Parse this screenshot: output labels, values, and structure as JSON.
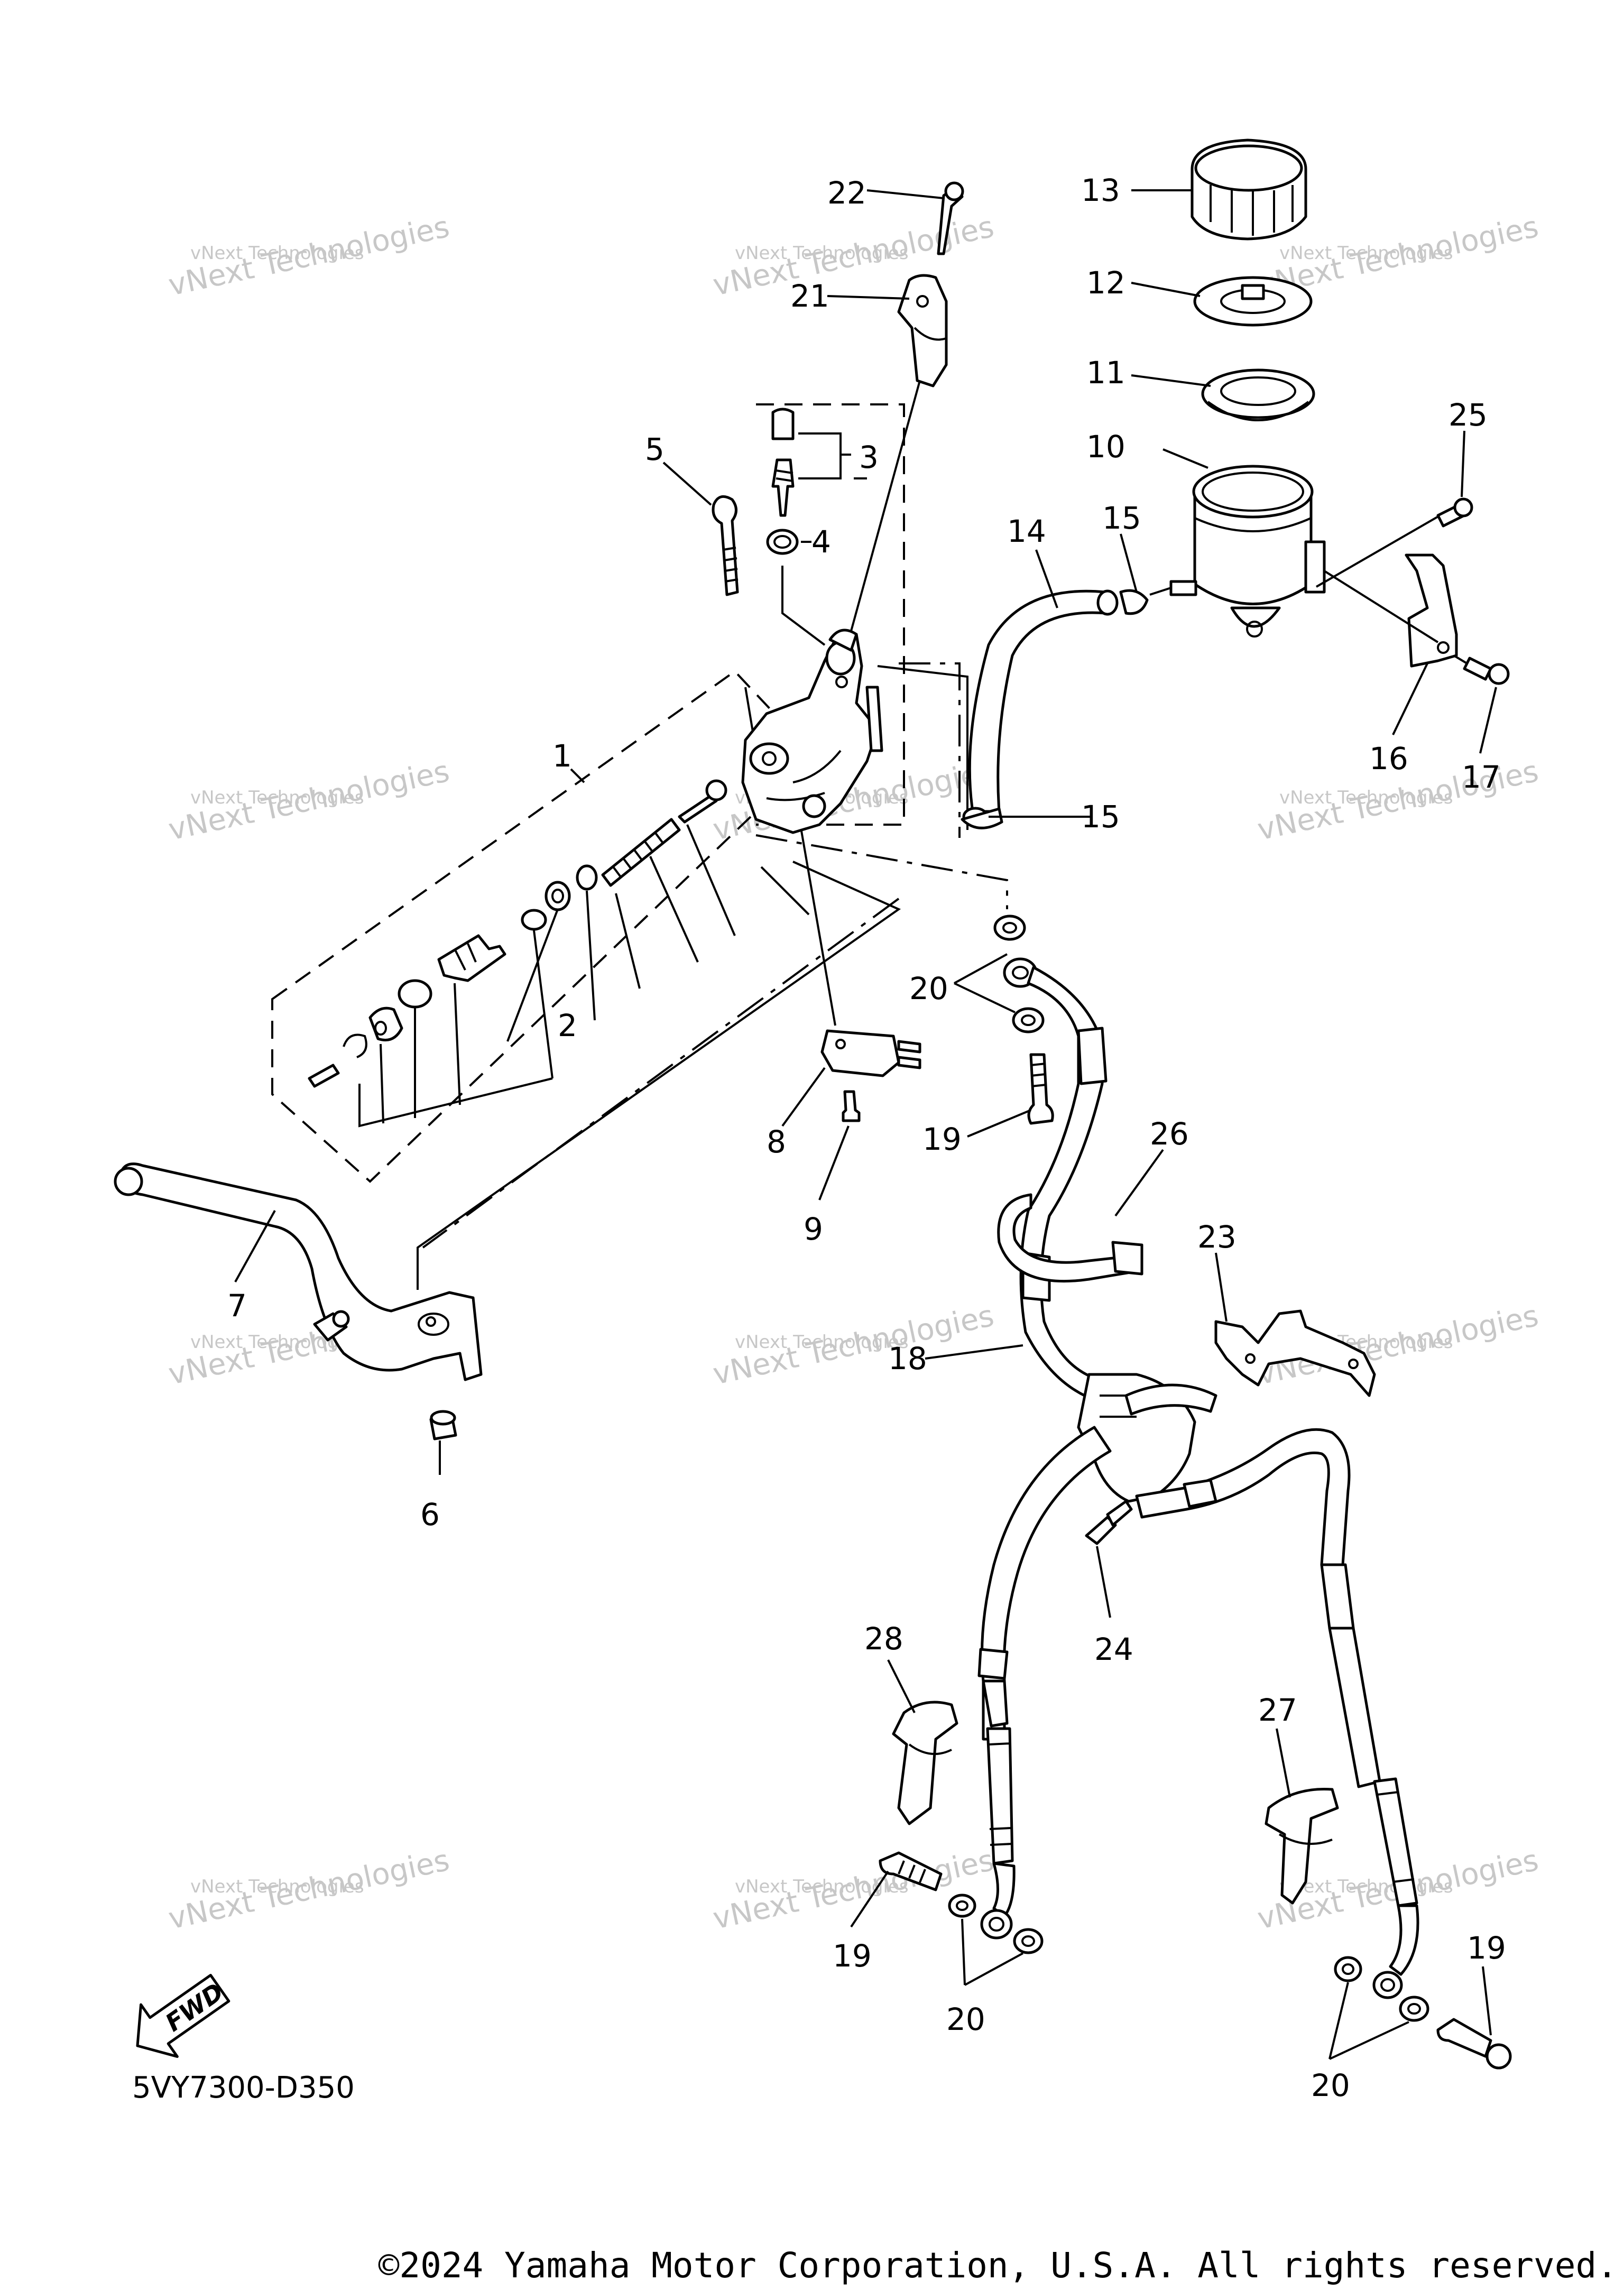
{
  "callouts": [
    {
      "id": "c1",
      "text": "1"
    },
    {
      "id": "c2",
      "text": "2"
    },
    {
      "id": "c3",
      "text": "3"
    },
    {
      "id": "c4",
      "text": "4"
    },
    {
      "id": "c5",
      "text": "5"
    },
    {
      "id": "c6",
      "text": "6"
    },
    {
      "id": "c7",
      "text": "7"
    },
    {
      "id": "c8",
      "text": "8"
    },
    {
      "id": "c9",
      "text": "9"
    },
    {
      "id": "c10",
      "text": "10"
    },
    {
      "id": "c11",
      "text": "11"
    },
    {
      "id": "c12",
      "text": "12"
    },
    {
      "id": "c13",
      "text": "13"
    },
    {
      "id": "c14",
      "text": "14"
    },
    {
      "id": "c15a",
      "text": "15"
    },
    {
      "id": "c15b",
      "text": "15"
    },
    {
      "id": "c16",
      "text": "16"
    },
    {
      "id": "c17",
      "text": "17"
    },
    {
      "id": "c18",
      "text": "18"
    },
    {
      "id": "c19a",
      "text": "19"
    },
    {
      "id": "c19b",
      "text": "19"
    },
    {
      "id": "c19c",
      "text": "19"
    },
    {
      "id": "c20a",
      "text": "20"
    },
    {
      "id": "c20b",
      "text": "20"
    },
    {
      "id": "c20c",
      "text": "20"
    },
    {
      "id": "c21",
      "text": "21"
    },
    {
      "id": "c22",
      "text": "22"
    },
    {
      "id": "c23",
      "text": "23"
    },
    {
      "id": "c24",
      "text": "24"
    },
    {
      "id": "c25",
      "text": "25"
    },
    {
      "id": "c26",
      "text": "26"
    },
    {
      "id": "c27",
      "text": "27"
    },
    {
      "id": "c28",
      "text": "28"
    }
  ],
  "watermark": {
    "line1": "vNext Technologies",
    "line2": "vNext Technologies"
  },
  "fwd_label": "FWD",
  "diagram_code": "5VY7300-D350",
  "copyright": "©2024 Yamaha Motor Corporation, U.S.A. All rights reserved."
}
